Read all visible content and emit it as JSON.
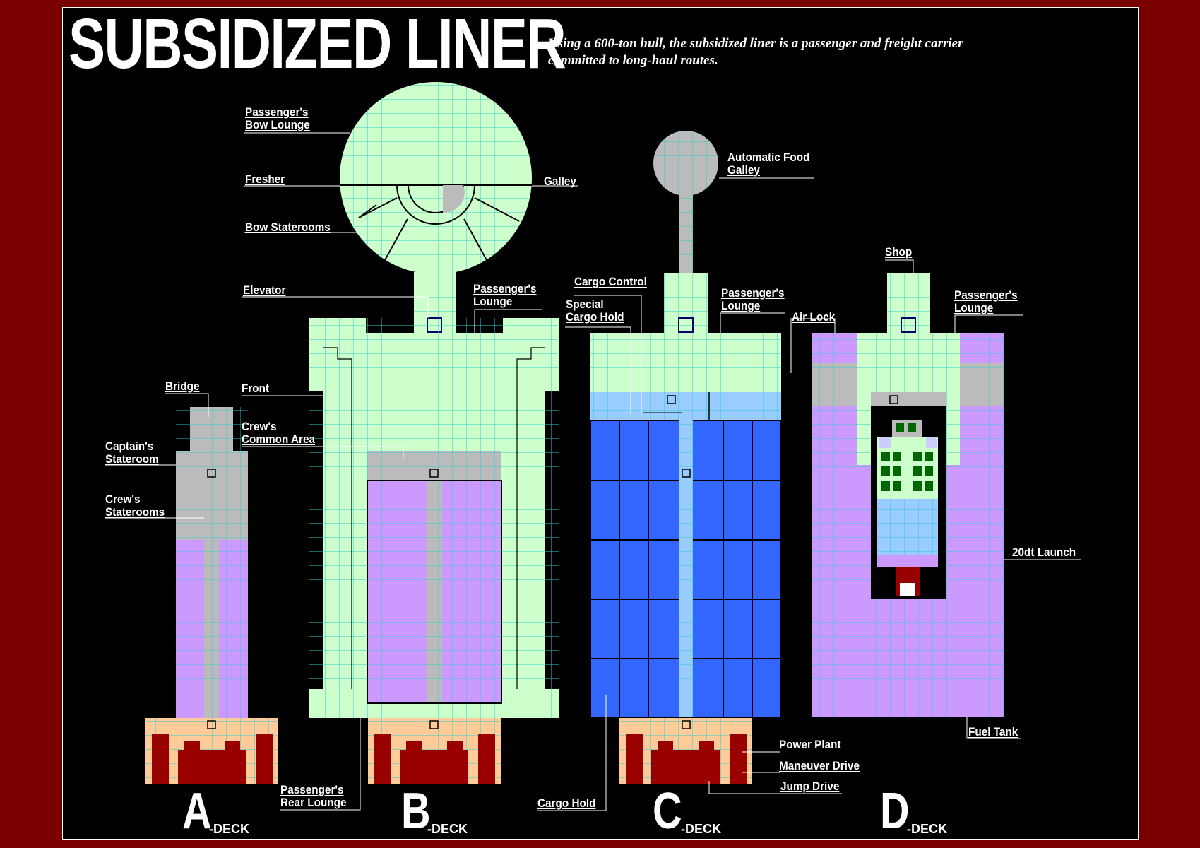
{
  "title": "SUBSIDIZED LINER",
  "subtitle": "Using a 600-ton hull, the subsidized liner is a passenger and freight carrier committed to long-haul routes.",
  "colors": {
    "background": "#7a0000",
    "panel": "#000000",
    "deck_green": "#ccffcc",
    "grid_cyan": "#33cccc",
    "corridor_gray": "#bbbbbb",
    "stateroom_purple": "#cc99ff",
    "cargo_blue": "#3366ff",
    "light_blue": "#99ccff",
    "engine_tan": "#ffcc99",
    "engine_red": "#990000"
  },
  "labels": {
    "bow_lounge": "Passenger's Bow Lounge",
    "fresher": "Fresher",
    "galley": "Galley",
    "bow_staterooms": "Bow Staterooms",
    "elevator": "Elevator",
    "passengers_lounge_b": "Passenger's Lounge",
    "bridge": "Bridge",
    "front": "Front",
    "crews_common_area": "Crew's Common Area",
    "captains_stateroom": "Captain's Stateroom",
    "crews_staterooms": "Crew's Staterooms",
    "passengers_rear_lounge": "Passenger's Rear Lounge",
    "automatic_food_galley": "Automatic Food Galley",
    "cargo_control": "Cargo Control",
    "special_cargo_hold": "Special Cargo Hold",
    "passengers_lounge_c": "Passenger's Lounge",
    "air_lock": "Air Lock",
    "shop": "Shop",
    "passengers_lounge_d": "Passenger's Lounge",
    "launch_20dt": "20dt Launch",
    "fuel_tank": "Fuel Tank",
    "power_plant": "Power Plant",
    "maneuver_drive": "Maneuver Drive",
    "jump_drive": "Jump Drive",
    "cargo_hold": "Cargo Hold"
  },
  "decks": [
    {
      "letter": "A",
      "suffix": "-DECK"
    },
    {
      "letter": "B",
      "suffix": "-DECK"
    },
    {
      "letter": "C",
      "suffix": "-DECK"
    },
    {
      "letter": "D",
      "suffix": "-DECK"
    }
  ]
}
